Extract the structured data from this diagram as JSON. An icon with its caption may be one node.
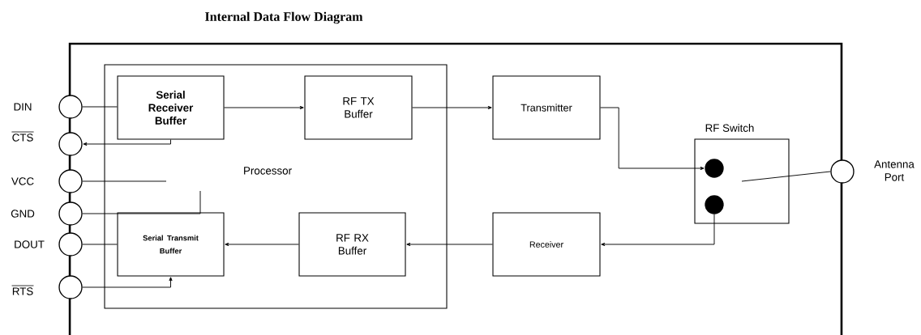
{
  "diagram": {
    "title": "Internal Data Flow Diagram",
    "nodes": [
      {
        "text": [],
        "shape": "box"
      },
      {
        "text": [
          "Processor"
        ],
        "in": 0
      },
      {
        "text": [
          "Serial Receiver Buffer"
        ],
        "in": 1
      },
      {
        "text": [
          "RF TX Buffer"
        ],
        "in": 1
      },
      {
        "text": [
          "Serial Transmit Buffer"
        ],
        "in": 1
      },
      {
        "text": [
          "RF RX Buffer"
        ],
        "in": 1
      },
      {
        "text": [
          "Transmitter"
        ],
        "in": 0
      },
      {
        "text": [
          "Receiver"
        ],
        "in": 0
      },
      {
        "text": [
          "RF Switch"
        ],
        "in": 0
      },
      {
        "text": [],
        "shape": "circle",
        "in": 8
      },
      {
        "text": [],
        "shape": "circle",
        "in": 8
      },
      {
        "text": [],
        "shape": "circle",
        "beside": [
          "DIN"
        ]
      },
      {
        "text": [],
        "shape": "circle",
        "beside": [
          "CTS"
        ]
      },
      {
        "text": [],
        "shape": "circle",
        "beside": [
          "VCC"
        ]
      },
      {
        "text": [],
        "shape": "circle",
        "beside": [
          "GND"
        ]
      },
      {
        "text": [],
        "shape": "circle",
        "beside": [
          "DOUT"
        ]
      },
      {
        "text": [],
        "shape": "circle",
        "beside": [
          "RTS"
        ]
      },
      {
        "text": [],
        "shape": "circle",
        "beside": [
          "Antenna Port"
        ]
      }
    ],
    "edges": [
      {
        "from": 11,
        "to": 2,
        "arrow": "none"
      },
      {
        "from": 2,
        "to": 12,
        "arrow": "to"
      },
      {
        "from": 13,
        "to": null,
        "arrow": "none"
      },
      {
        "from": 14,
        "to": null,
        "arrow": "none"
      },
      {
        "from": 15,
        "to": 4,
        "arrow": "none"
      },
      {
        "from": 16,
        "to": 4,
        "arrow": "to"
      },
      {
        "from": 2,
        "to": 3,
        "arrow": "to"
      },
      {
        "from": 3,
        "to": 6,
        "arrow": "to"
      },
      {
        "from": 6,
        "to": 9,
        "arrow": "to"
      },
      {
        "from": 10,
        "to": 7,
        "arrow": "to"
      },
      {
        "from": 7,
        "to": 5,
        "arrow": "to"
      },
      {
        "from": 5,
        "to": 4,
        "arrow": "to"
      },
      {
        "from": 17,
        "to": null,
        "arrow": "none"
      }
    ]
  }
}
